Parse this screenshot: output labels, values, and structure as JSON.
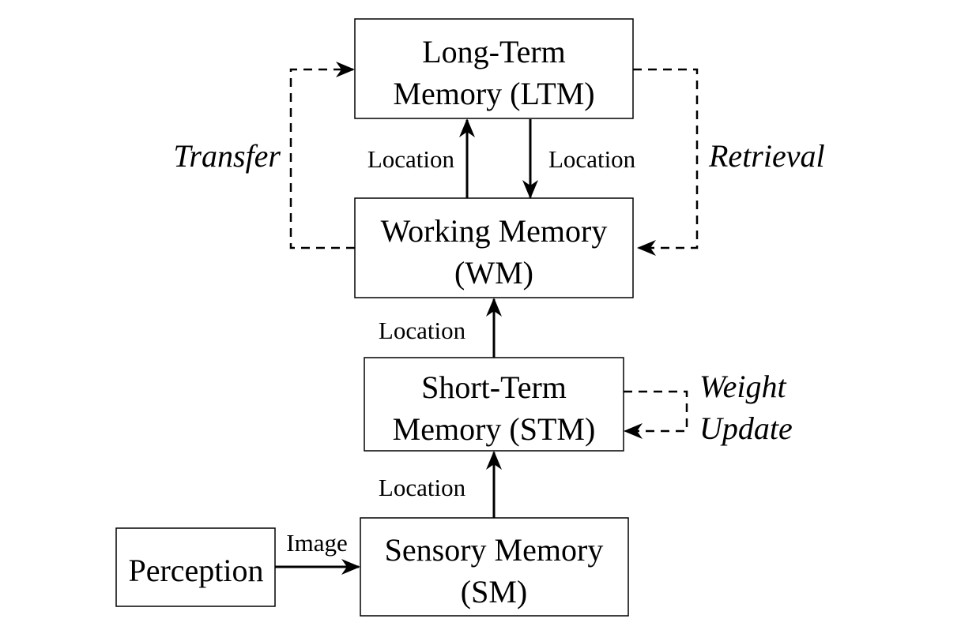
{
  "nodes": {
    "ltm": {
      "line1": "Long-Term",
      "line2": "Memory (LTM)"
    },
    "wm": {
      "line1": "Working Memory",
      "line2": "(WM)"
    },
    "stm": {
      "line1": "Short-Term",
      "line2": "Memory (STM)"
    },
    "sm": {
      "line1": "Sensory Memory",
      "line2": "(SM)"
    },
    "perception": {
      "label": "Perception"
    }
  },
  "edges": {
    "wm_to_ltm": "Location",
    "ltm_to_wm": "Location",
    "stm_to_wm": "Location",
    "sm_to_stm": "Location",
    "perception_to_sm": "Image"
  },
  "loops": {
    "transfer": "Transfer",
    "retrieval": "Retrieval",
    "weight_update_line1": "Weight",
    "weight_update_line2": "Update"
  }
}
